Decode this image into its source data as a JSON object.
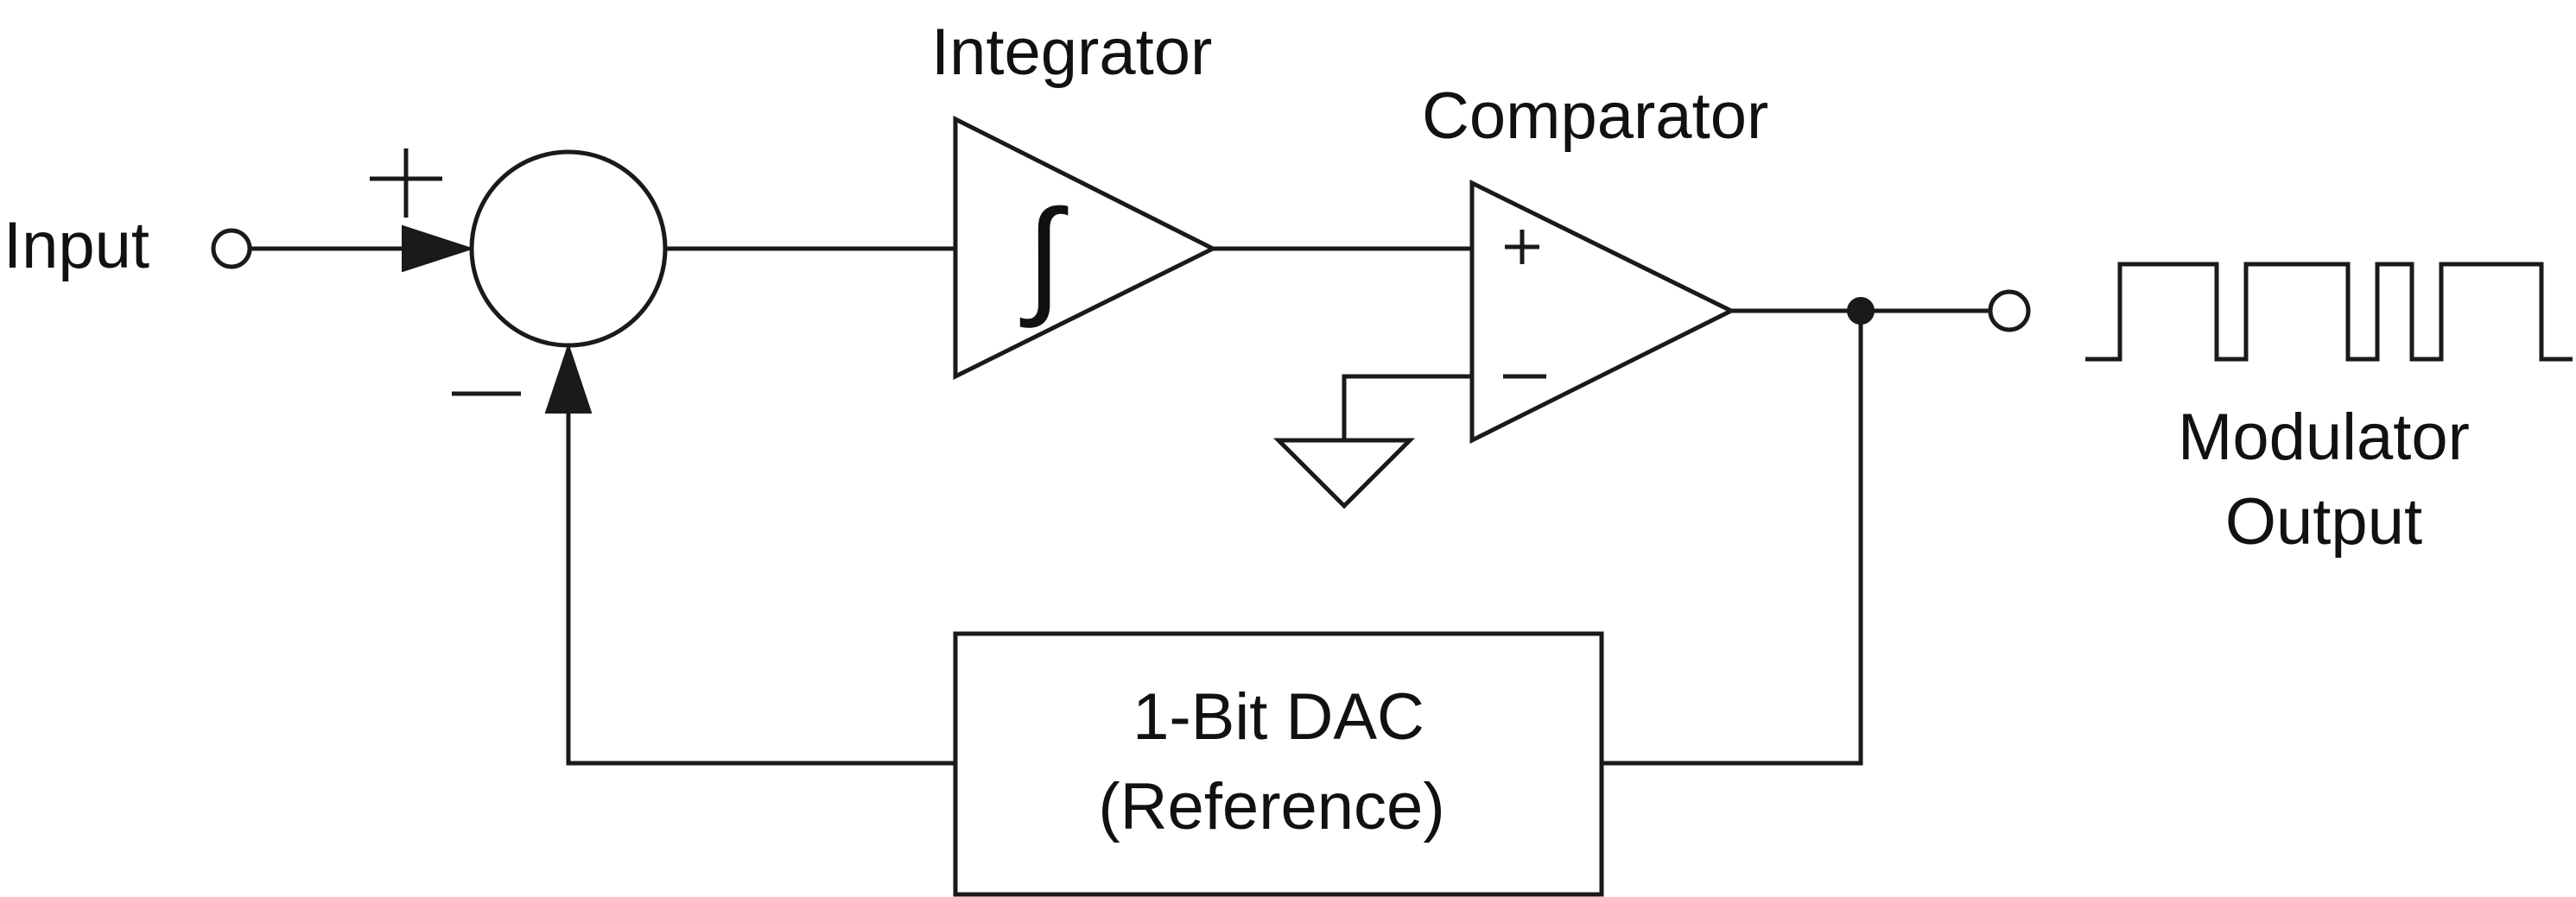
{
  "labels": {
    "input": "Input",
    "integrator": "Integrator",
    "comparator": "Comparator",
    "integral_symbol": "∫",
    "comparator_plus": "+",
    "comparator_minus": "–",
    "dac_line1": "1-Bit DAC",
    "dac_line2": "(Reference)",
    "output_line1": "Modulator",
    "output_line2": "Output"
  },
  "output_waveform": {
    "levels": [
      0,
      1,
      0,
      1,
      0,
      1,
      0,
      1,
      0
    ]
  },
  "colors": {
    "stroke": "#1a1a1a",
    "background": "#ffffff"
  }
}
